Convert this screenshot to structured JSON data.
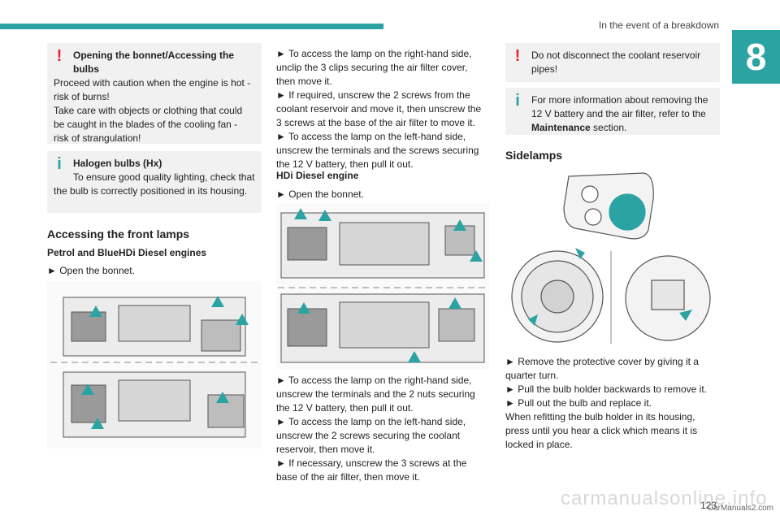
{
  "header": {
    "section_title": "In the event of a breakdown",
    "chapter_number": "8"
  },
  "footer": {
    "page_number": "123",
    "watermark_small": "CarManuals2.com",
    "watermark_big": "carmanualsonline.info"
  },
  "col1": {
    "warning_box": {
      "title": "Opening the bonnet/Accessing the bulbs",
      "lines": [
        "Proceed with caution when the engine is hot - risk of burns!",
        "Take care with objects or clothing that could be caught in the blades of the cooling fan - risk of strangulation!"
      ]
    },
    "info_box": {
      "title": "Halogen bulbs (Hx)",
      "text": "To ensure good quality lighting, check that the bulb is correctly positioned in its housing."
    },
    "heading": "Accessing the front lamps",
    "subheading": "Petrol and BlueHDi Diesel engines",
    "step": "► Open the bonnet."
  },
  "col2": {
    "steps_top": [
      "► To access the lamp on the right-hand side, unclip the 3 clips securing the air filter cover, then move it.",
      "► If required, unscrew the 2 screws from the coolant reservoir and move it, then unscrew the 3 screws at the base of the air filter to move it.",
      "► To access the lamp on the left-hand side, unscrew the terminals and the screws securing the 12 V battery, then pull it out."
    ],
    "subheading": "HDi Diesel engine",
    "step_open": "► Open the bonnet.",
    "steps_bottom": [
      "► To access the lamp on the right-hand side, unscrew the terminals and the 2 nuts securing the 12 V battery, then pull it out.",
      "► To access the lamp on the left-hand side, unscrew the 2 screws securing the coolant reservoir, then move it.",
      "► If necessary, unscrew the 3 screws at the base of the air filter, then move it."
    ]
  },
  "col3": {
    "warning_box": {
      "text": "Do not disconnect the coolant reservoir pipes!"
    },
    "info_box": {
      "text_before": "For more information about removing the 12 V battery and the air filter, refer to the ",
      "bold": "Maintenance",
      "text_after": " section."
    },
    "heading": "Sidelamps",
    "steps": [
      "► Remove the protective cover by giving it a quarter turn.",
      "► Pull the bulb holder backwards to remove it.",
      "► Pull out the bulb and replace it."
    ],
    "note": "When refitting the bulb holder in its housing, press until you hear a click which means it is locked in place."
  },
  "colors": {
    "accent": "#2ca3a3",
    "warning": "#e3262e",
    "box_bg": "#f1f1f1"
  },
  "icons": {
    "warning": "exclamation-icon",
    "info": "info-icon"
  }
}
